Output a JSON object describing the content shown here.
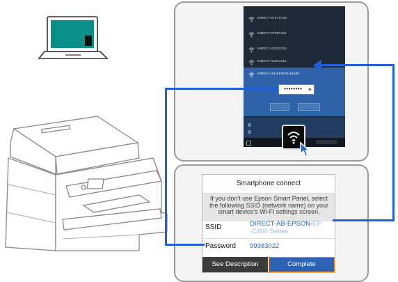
{
  "networks": [
    {
      "name": "DIRECT-2727TN43",
      "selected": false
    },
    {
      "name": "DIRECT-2T09F429",
      "selected": false
    },
    {
      "name": "DIRECT-44D02150",
      "selected": false
    },
    {
      "name": "DIRECT-44D5101E",
      "selected": false
    },
    {
      "name": "DIRECT-AB-EPSON-4E53P",
      "selected": true
    }
  ],
  "password_mask": "••••••••",
  "dialog": {
    "title": "Smartphone connect",
    "message": "If you don't use Epson Smart Panel, select the following SSID (network name) on your smart device's Wi-Fi settings screen.",
    "ssid_label": "SSID",
    "ssid_value": "DIRECT-AB-EPSON-",
    "ssid_value_faded_1": "EP",
    "ssid_value_faded_2": "-C800 Series",
    "password_label": "Password",
    "password_value": "99383022",
    "see_description_label": "See Description",
    "complete_label": "Complete"
  },
  "colors": {
    "accent": "#1f62d8",
    "complete_button": "#2c63b5",
    "complete_border": "#f08a1c",
    "wifi_panel": "#1e2a38",
    "selected_network": "#2f62a8"
  },
  "icons": [
    "laptop-icon",
    "printer-icon",
    "wifi-icon",
    "cursor-icon"
  ]
}
